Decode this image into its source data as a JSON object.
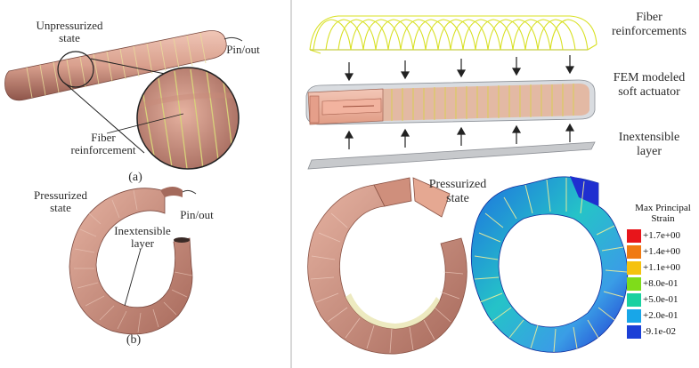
{
  "labels": {
    "unpressurized_state": "Unpressurized\nstate",
    "pin_out_top": "Pin/out",
    "fiber_reinforcement": "Fiber\nreinforcement",
    "panel_a": "(a)",
    "pressurized_state_left": "Pressurized\nstate",
    "pin_out_bottom": "Pin/out",
    "inextensible_layer_left": "Inextensible\nlayer",
    "panel_b": "(b)",
    "fiber_reinforcements": "Fiber\nreinforcements",
    "fem_modeled": "FEM modeled\nsoft actuator",
    "inextensible_layer_right": "Inextensible\nlayer",
    "pressurized_state_right": "Pressurized\nstate"
  },
  "colorbar": {
    "title": "Max Principal\nStrain",
    "ticks": [
      "+1.7e+00",
      "+1.4e+00",
      "+1.1e+00",
      "+8.0e-01",
      "+5.0e-01",
      "+2.0e-01",
      "-9.1e-02"
    ],
    "colors": [
      "#e8151b",
      "#f07a12",
      "#f5c20f",
      "#7fdc1a",
      "#19d1a0",
      "#18a6e8",
      "#1b3fd6"
    ]
  },
  "colors": {
    "skin": "#d9a491",
    "skin_dark": "#a9685a",
    "fiber": "#e8ec3a",
    "bg": "#ffffff"
  }
}
